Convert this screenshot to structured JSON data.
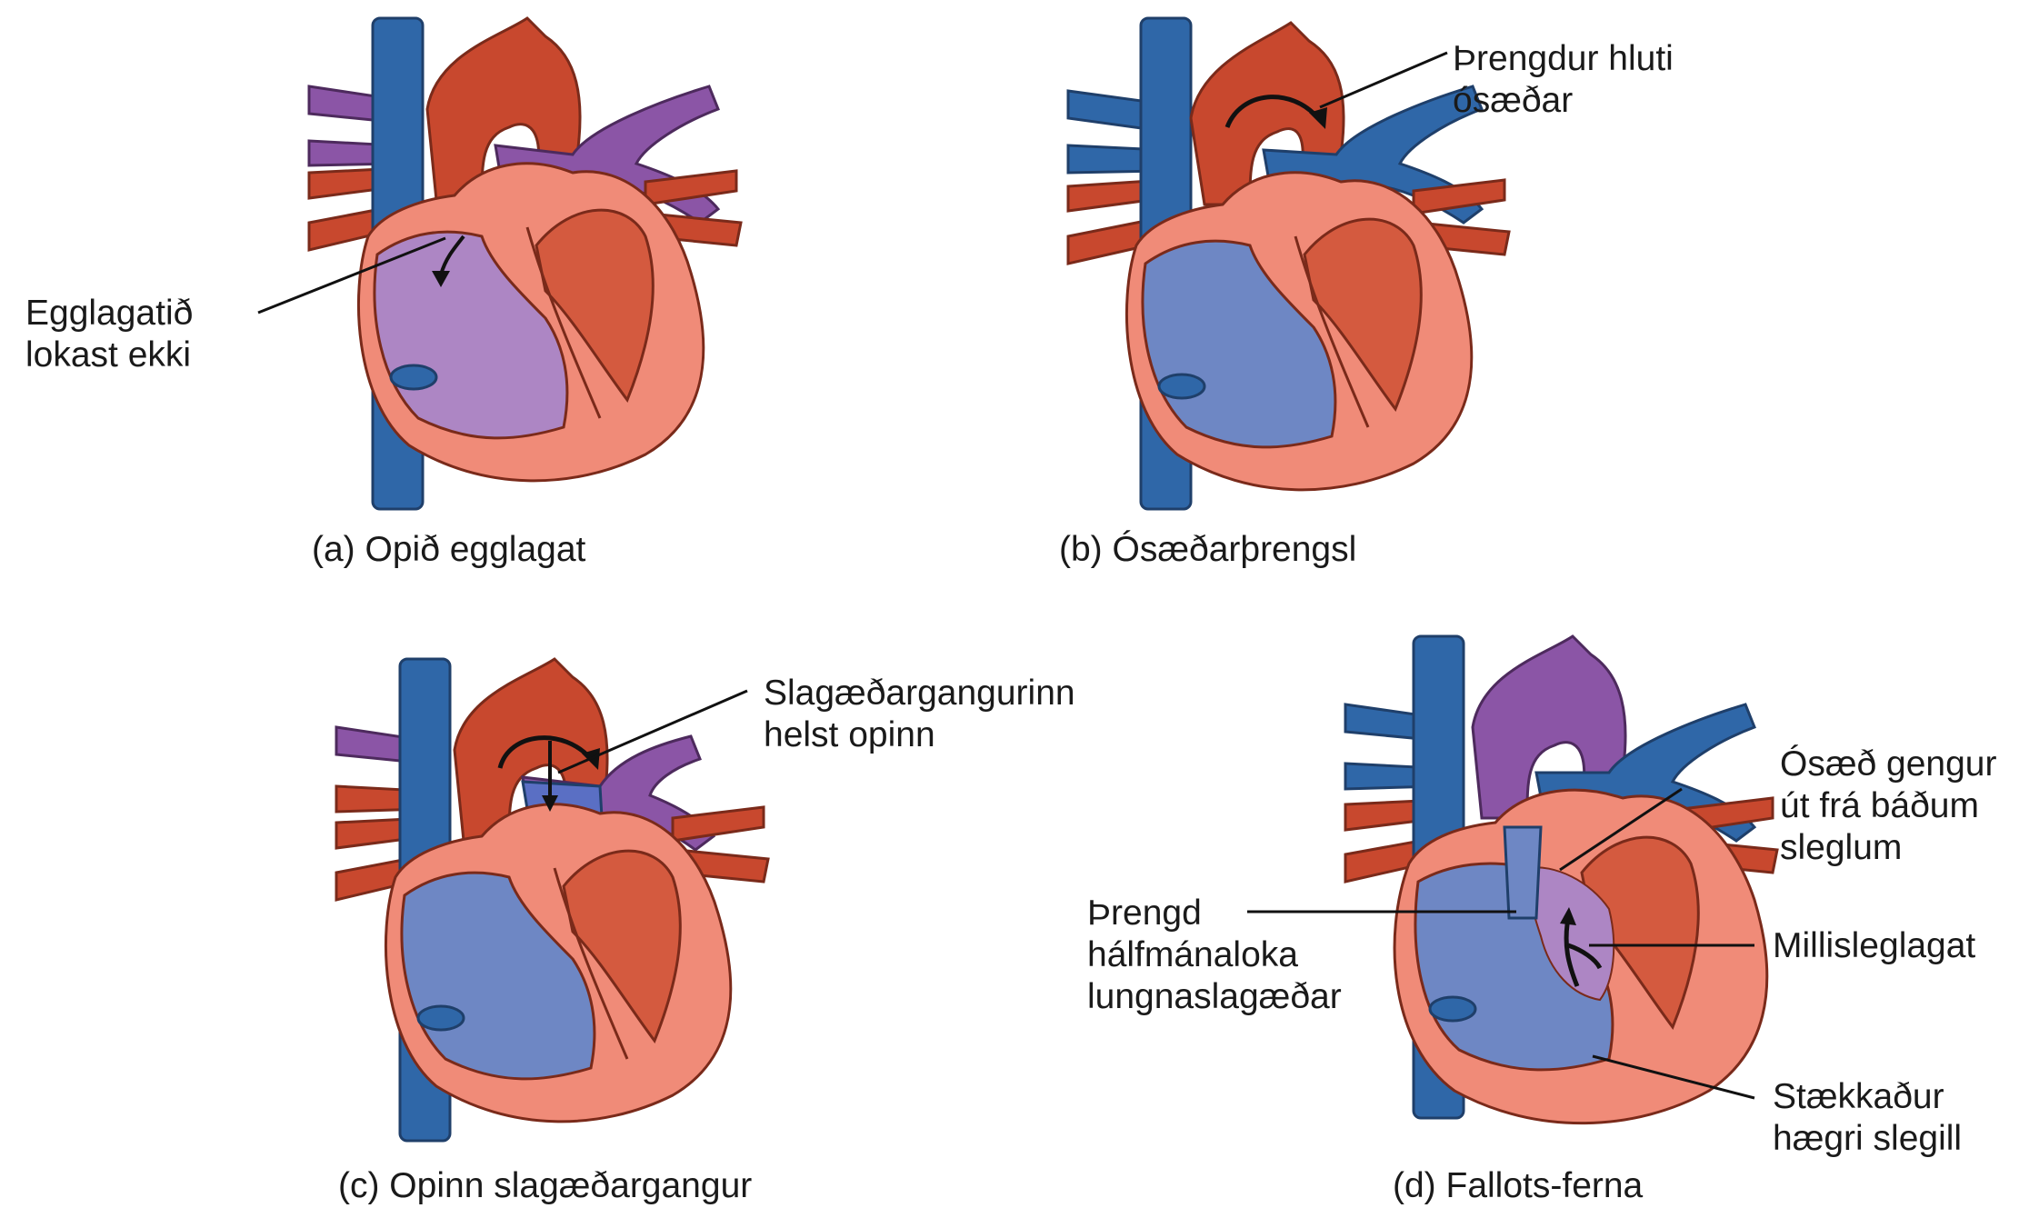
{
  "panels": [
    {
      "id": "a",
      "caption": "(a) Opið egglagat",
      "labels": [
        {
          "lines": [
            "Egglagatið",
            "lokast ekki"
          ]
        }
      ]
    },
    {
      "id": "b",
      "caption": "(b) Ósæðarþrengsl",
      "labels": [
        {
          "lines": [
            "Þrengdur hluti",
            "ósæðar"
          ]
        }
      ]
    },
    {
      "id": "c",
      "caption": "(c) Opinn slagæðargangur",
      "labels": [
        {
          "lines": [
            "Slagæðargangurinn",
            "helst opinn"
          ]
        }
      ]
    },
    {
      "id": "d",
      "caption": "(d) Fallots-ferna",
      "labels": [
        {
          "lines": [
            "Ósæð gengur",
            "út frá báðum",
            "sleglum"
          ]
        },
        {
          "lines": [
            "Þrengd",
            "hálfmánaloka",
            "lungnaslagæðar"
          ]
        },
        {
          "lines": [
            "Millisleglagat"
          ]
        },
        {
          "lines": [
            "Stækkaður",
            "hægri slegill"
          ]
        }
      ]
    }
  ],
  "colors": {
    "vein_blue": "#2f67a8",
    "artery_red": "#c8482e",
    "purple": "#8b55a6",
    "heart_wall": "#f08b78",
    "chamber_blue": "#6e87c4",
    "chamber_red": "#d45a3f",
    "mixed_purple": "#ad86c4"
  }
}
